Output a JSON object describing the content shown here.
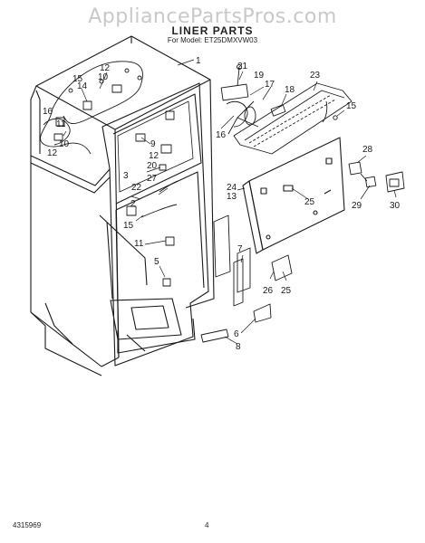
{
  "watermark": "AppliancePartsPros.com",
  "title": "LINER PARTS",
  "subtitle": "For Model: ET25DMXVW03",
  "footer": {
    "code": "4315969",
    "page": "4"
  },
  "callouts": [
    "1",
    "12",
    "10",
    "14",
    "15",
    "16",
    "11",
    "12",
    "10",
    "9",
    "12",
    "20",
    "27",
    "22",
    "3",
    "2",
    "15",
    "11",
    "5",
    "21",
    "19",
    "17",
    "18",
    "23",
    "16",
    "15",
    "28",
    "24",
    "13",
    "25",
    "29",
    "30",
    "7",
    "26",
    "25",
    "6",
    "8"
  ]
}
